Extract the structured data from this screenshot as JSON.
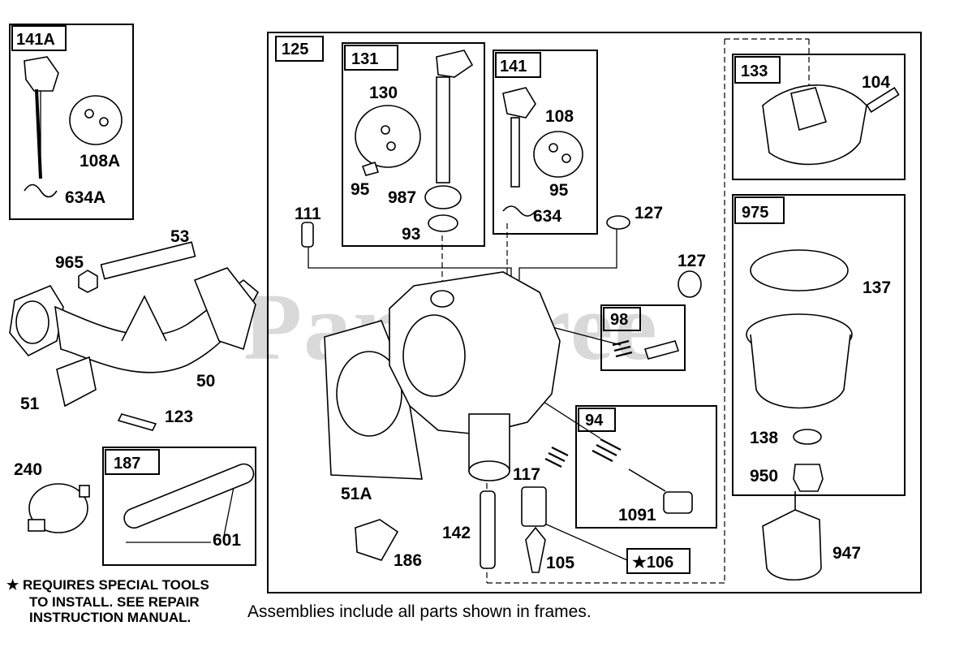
{
  "watermark": "PartsTree",
  "notes": {
    "star_line_1": "REQUIRES SPECIAL TOOLS",
    "star_line_2": "TO INSTALL.  SEE REPAIR",
    "star_line_3": "INSTRUCTION MANUAL.",
    "star_symbol": "★"
  },
  "caption": "Assemblies include all parts shown in frames.",
  "frames": {
    "f141A": "141A",
    "f125": "125",
    "f131": "131",
    "f141": "141",
    "f133": "133",
    "f975": "975",
    "f98": "98",
    "f94": "94",
    "f187": "187",
    "f106": "★106"
  },
  "labels": {
    "l108A": "108A",
    "l634A": "634A",
    "l53": "53",
    "l965": "965",
    "l50": "50",
    "l51": "51",
    "l123": "123",
    "l240": "240",
    "l601": "601",
    "l130": "130",
    "l95a": "95",
    "l987": "987",
    "l93": "93",
    "l108": "108",
    "l95b": "95",
    "l634": "634",
    "l111": "111",
    "l127a": "127",
    "l127b": "127",
    "l104": "104",
    "l137": "137",
    "l138": "138",
    "l950": "950",
    "l947": "947",
    "l117": "117",
    "l1091": "1091",
    "l51A": "51A",
    "l142": "142",
    "l186": "186",
    "l105": "105"
  }
}
